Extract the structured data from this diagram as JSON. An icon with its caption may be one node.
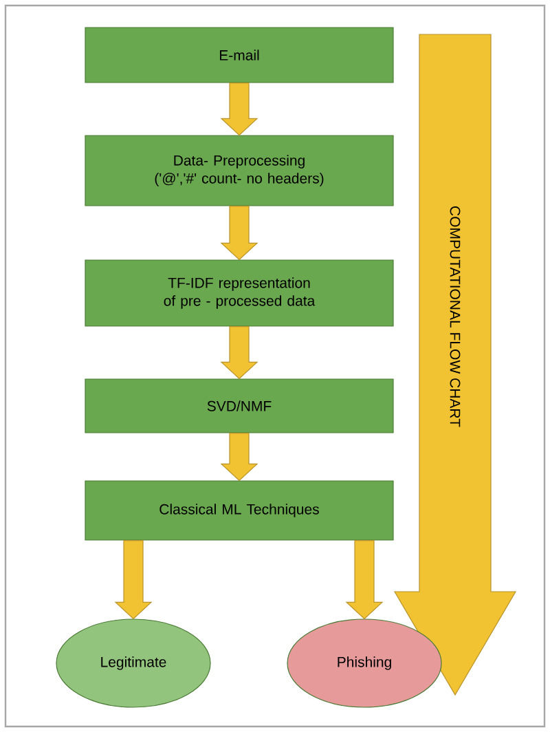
{
  "diagram": {
    "nodes": [
      {
        "text": [
          "E-mail"
        ]
      },
      {
        "text": [
          "Data- Preprocessing ('@','#' count- no headers)"
        ]
      },
      {
        "text": [
          "TF-IDF representation of pre - processed data"
        ]
      },
      {
        "text": [
          "SVD/NMF"
        ]
      },
      {
        "text": [
          "Classical ML Techniques"
        ]
      },
      {
        "text": [
          "Legitimate"
        ]
      },
      {
        "text": [
          "Phishing"
        ]
      }
    ],
    "edges": [
      {
        "from": 0,
        "to": 1,
        "arrow": "to"
      },
      {
        "from": 1,
        "to": 2,
        "arrow": "to"
      },
      {
        "from": 2,
        "to": 3,
        "arrow": "to"
      },
      {
        "from": 3,
        "to": 4,
        "arrow": "to"
      },
      {
        "from": 4,
        "to": 5,
        "arrow": "to"
      },
      {
        "from": 4,
        "to": 6,
        "arrow": "to"
      }
    ],
    "labels": [
      "COMPUTATIONAL FLOW CHART"
    ]
  }
}
